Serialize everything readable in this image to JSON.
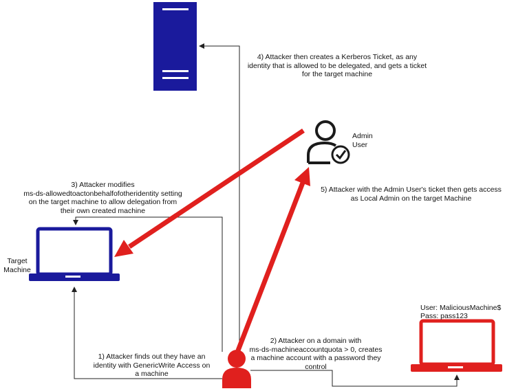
{
  "nodes": {
    "target_machine": "Target\nMachine",
    "admin_user": "Admin\nUser",
    "malicious_user": "User: MaliciousMachine$",
    "malicious_pass": "Pass: pass123"
  },
  "steps": {
    "step1": "1) Attacker finds out they have an\nidentity with GenericWrite Access on\na machine",
    "step2": "2) Attacker on a domain with\nms-ds-machineaccountquota > 0, creates\na machine account with a password they\ncontrol",
    "step3": "3) Attacker modifies\nms-ds-allowedtoactonbehalfofotheridentity setting\non the target machine to allow delegation from\ntheir own created machine",
    "step4": "4) Attacker then creates a Kerberos Ticket, as any\nidentity that is allowed to be delegated, and gets a ticket\nfor the target machine",
    "step5": "5) Attacker with the Admin User's ticket then gets access\nas Local Admin on the target Machine"
  },
  "colors": {
    "server": "#1a1a9c",
    "target_laptop": "#1a1a9c",
    "attacker": "#e0201e",
    "malicious_laptop": "#e0201e",
    "arrow_red": "#e0201e",
    "line_black": "#222222",
    "admin_icon": "#1a1a1a"
  },
  "icons": {
    "server": "server-icon",
    "target": "laptop-icon",
    "malicious": "laptop-icon",
    "attacker": "user-icon",
    "admin": "user-check-icon"
  }
}
